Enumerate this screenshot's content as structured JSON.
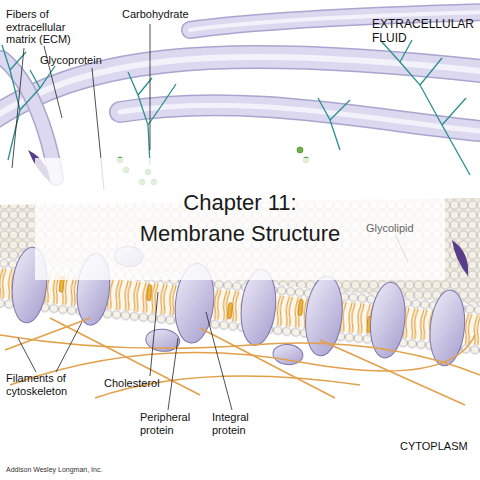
{
  "diagram": {
    "title": "Chapter 11: Membrane Structure",
    "labels": [
      "Fibers of extracellular matrix (ECM)",
      "Carbohydrate",
      "EXTRACELLULAR FLUID",
      "Glycoprotein",
      "Glycolipid",
      "Filaments of cytoskeleton",
      "Cholesterol",
      "Peripheral protein",
      "Integral protein",
      "CYTOPLASM",
      "Addison Wesley Longman, Inc."
    ]
  }
}
